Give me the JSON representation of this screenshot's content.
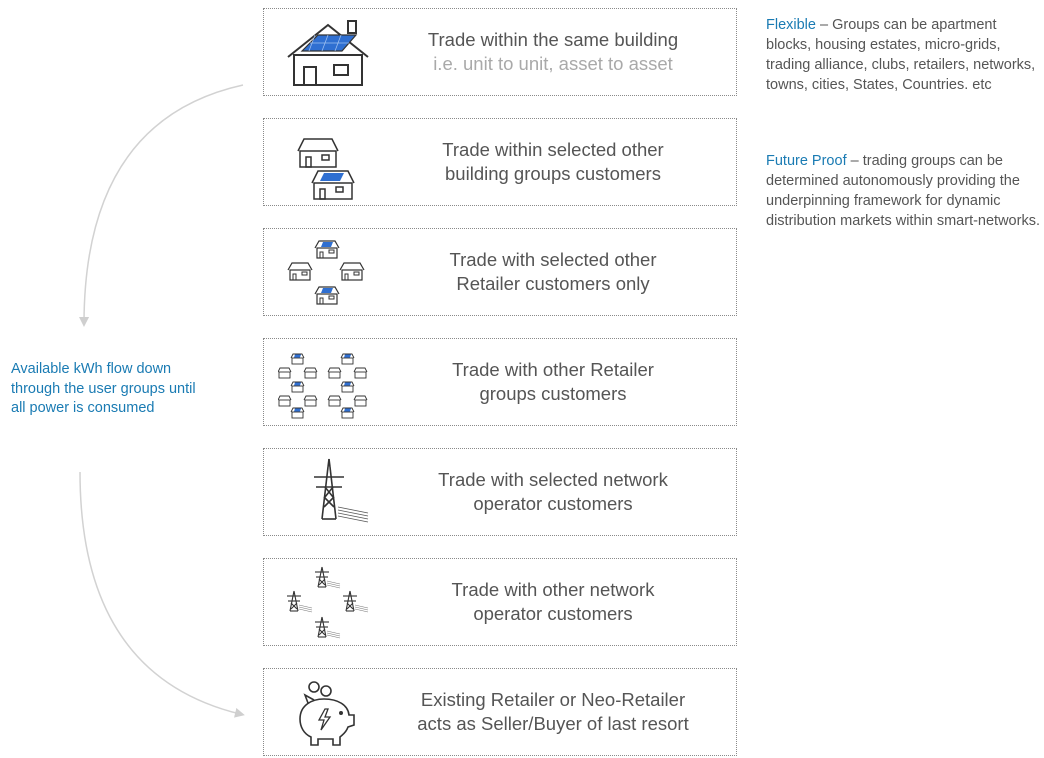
{
  "tiers": [
    {
      "line1": "Trade within the same building",
      "line2": "i.e. unit to unit, asset to asset",
      "icon": "house-solar-icon"
    },
    {
      "line1": "Trade within selected other",
      "line2": "building groups customers",
      "icon": "two-houses-icon"
    },
    {
      "line1": "Trade with selected other",
      "line2": "Retailer customers only",
      "icon": "four-houses-icon"
    },
    {
      "line1": "Trade with other Retailer",
      "line2": "groups customers",
      "icon": "many-houses-icon"
    },
    {
      "line1": "Trade with selected network",
      "line2": "operator customers",
      "icon": "transmission-tower-icon"
    },
    {
      "line1": "Trade with other network",
      "line2": "operator customers",
      "icon": "four-towers-icon"
    },
    {
      "line1": "Existing Retailer or Neo-Retailer",
      "line2": "acts as Seller/Buyer of last resort",
      "icon": "piggy-bank-icon"
    }
  ],
  "flexible": {
    "heading": "Flexible",
    "text": " – Groups can be apartment blocks, housing estates, micro-grids, trading alliance, clubs, retailers, networks, towns, cities, States, Countries. etc"
  },
  "future_proof": {
    "heading": "Future Proof",
    "text": " – trading groups can be determined autonomously providing the underpinning framework for dynamic distribution markets within smart-networks."
  },
  "flow_label": "Available kWh flow down through the user groups until all power is consumed",
  "colors": {
    "accent": "#1a7bb3",
    "panel": "#2f6fd1",
    "text": "#555555",
    "muted": "#a9a9a9"
  }
}
